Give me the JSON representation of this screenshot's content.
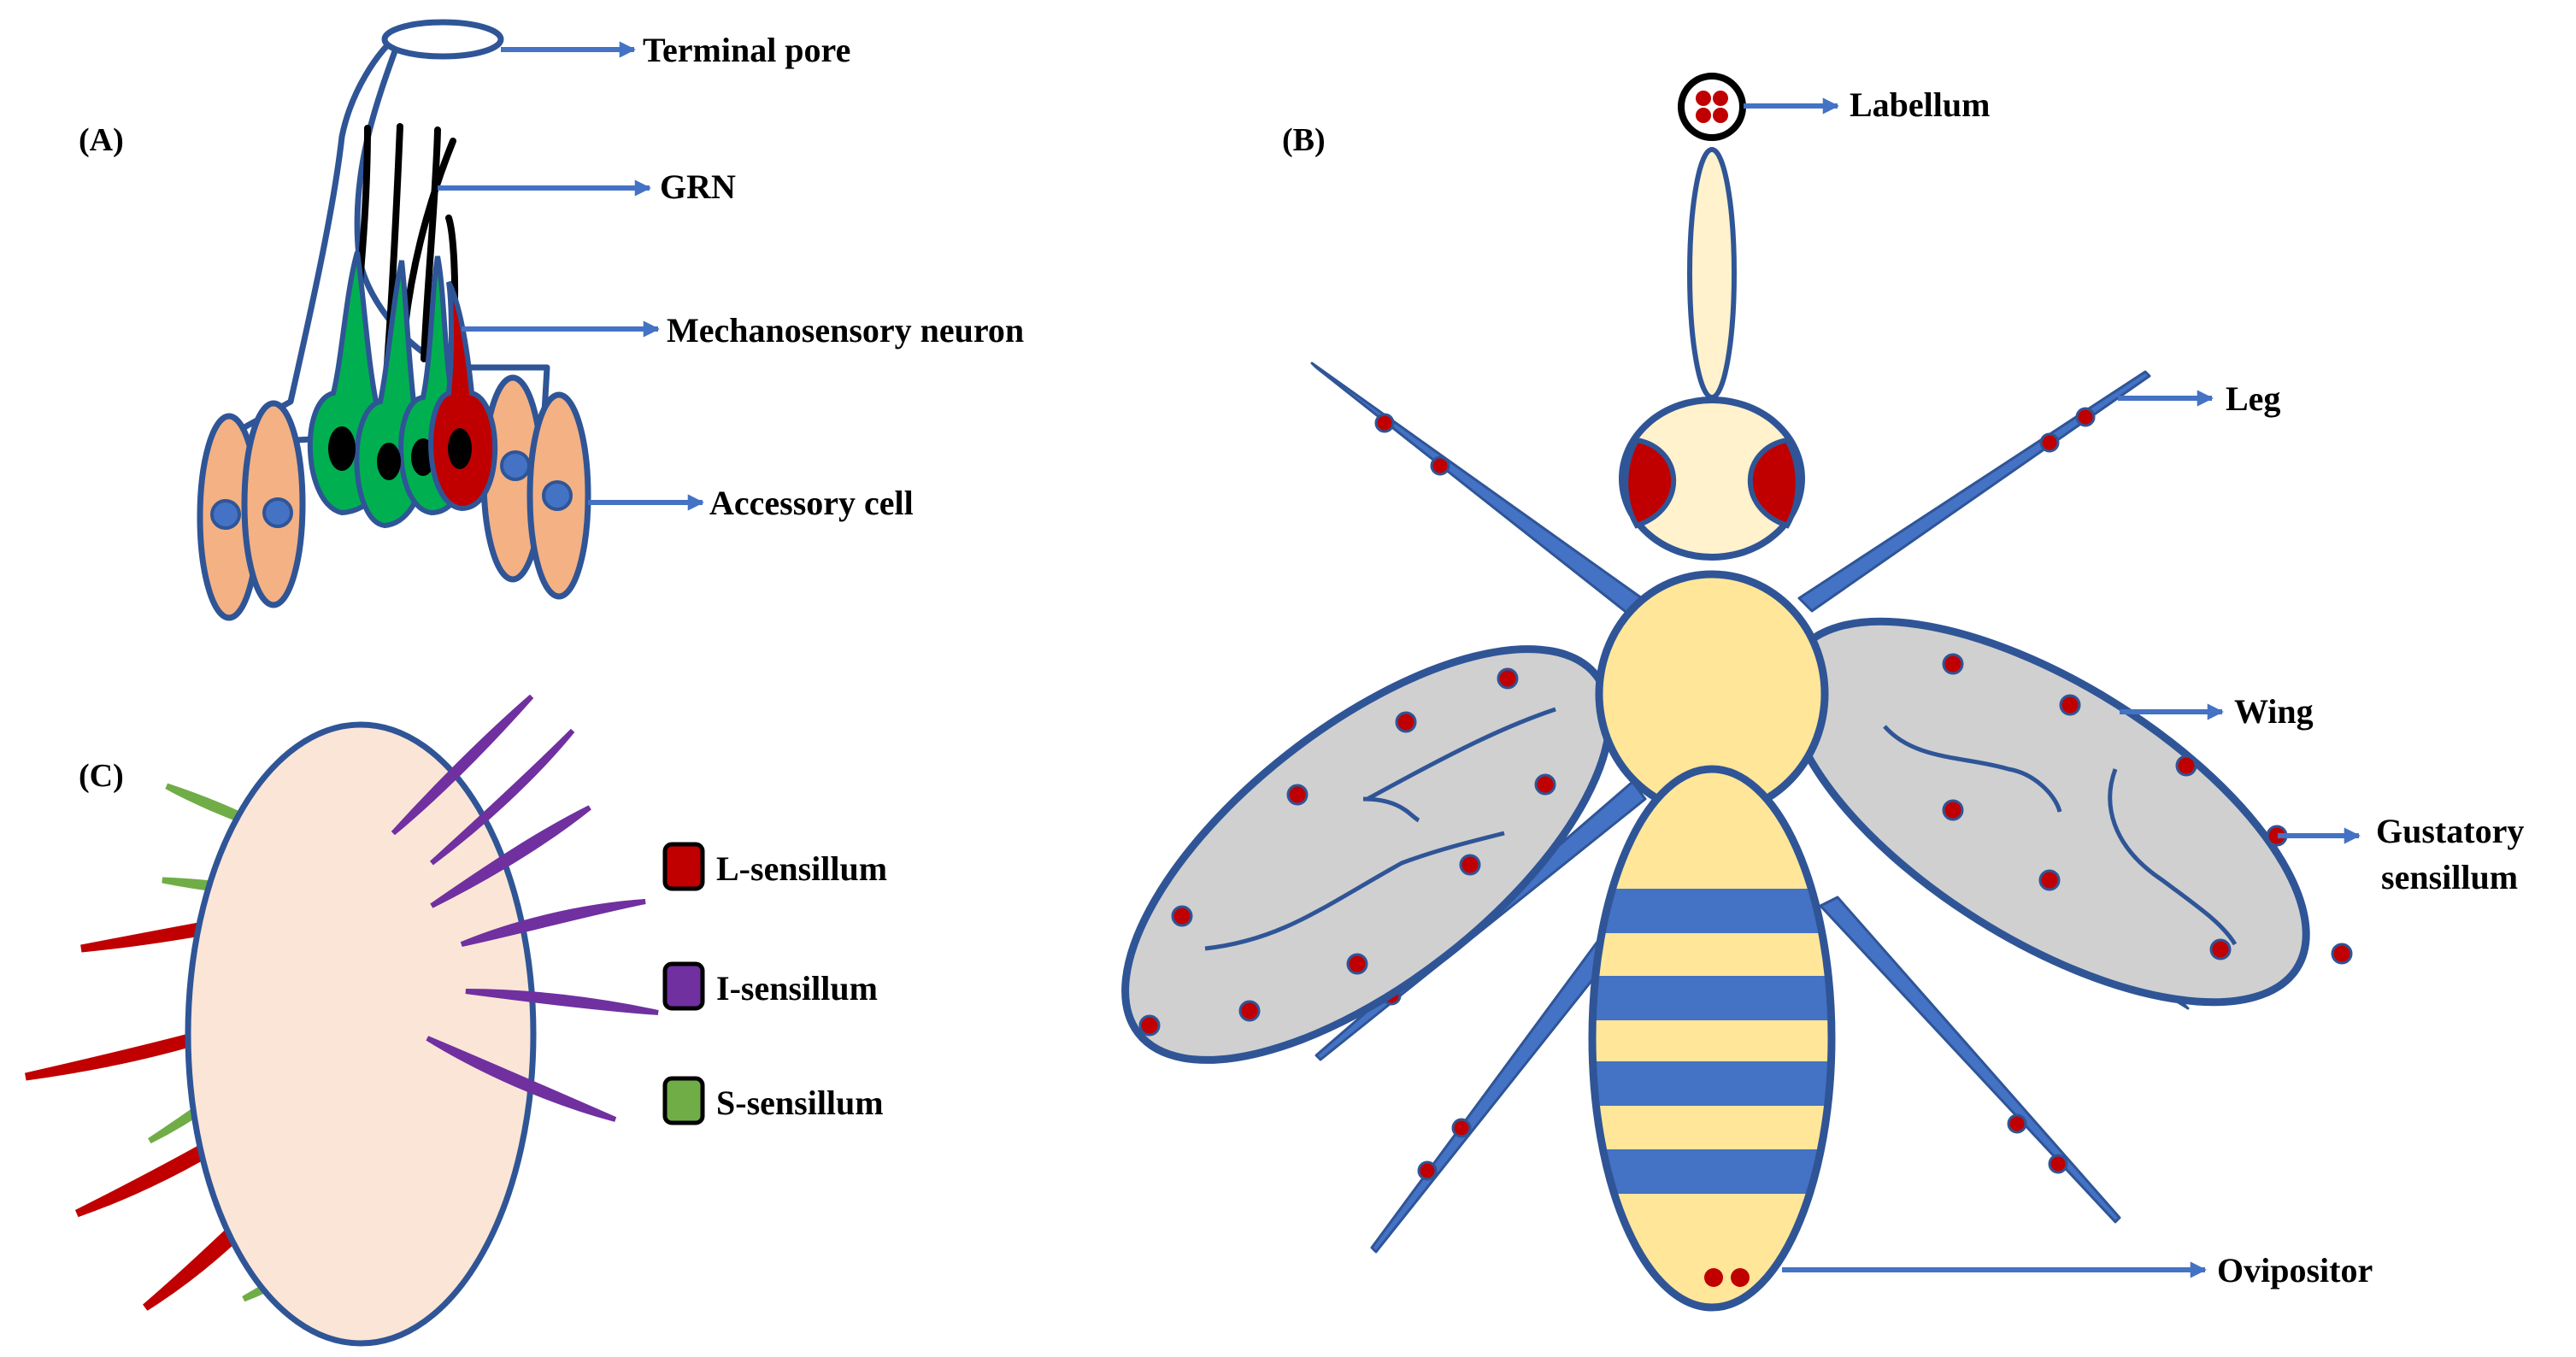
{
  "panels": {
    "a": {
      "tag": "(A)"
    },
    "b": {
      "tag": "(B)"
    },
    "c": {
      "tag": "(C)"
    }
  },
  "labels_a": {
    "terminal_pore": "Terminal pore",
    "grn": "GRN",
    "mechanosensory": "Mechanosensory neuron",
    "accessory": "Accessory cell"
  },
  "labels_b": {
    "labellum": "Labellum",
    "leg": "Leg",
    "wing": "Wing",
    "gustatory_1": "Gustatory",
    "gustatory_2": "sensillum",
    "ovipositor": "Ovipositor"
  },
  "legend_c": [
    {
      "label": "L-sensillum",
      "color": "#c00000"
    },
    {
      "label": "I-sensillum",
      "color": "#7030a0"
    },
    {
      "label": "S-sensillum",
      "color": "#70ad47"
    }
  ],
  "colors": {
    "outline": "#2f5597",
    "arrow": "#4472c4",
    "stripe": "#4472c4",
    "body": "#ffe699",
    "head": "#fff2cc",
    "wing": "#d0d0d0",
    "sensillum_dot": "#c00000",
    "grn_cell": "#00b050",
    "mechano_cell": "#c00000",
    "accessory_cell": "#f4b183",
    "organ": "#fbe5d6"
  }
}
